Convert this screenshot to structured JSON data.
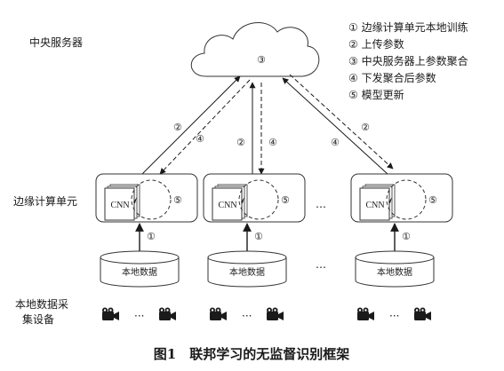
{
  "server": {
    "label": "中央服务器",
    "cloud_marker": "③"
  },
  "legend": [
    "① 边缘计算单元本地训练",
    "② 上传参数",
    "③ 中央服务器上参数聚合",
    "④ 下发聚合后参数",
    "⑤ 模型更新"
  ],
  "edge_label": "边缘计算单元",
  "device_label_line1": "本地数据采",
  "device_label_line2": "集设备",
  "units": [
    {
      "cnn": "CNN",
      "update_marker": "⑤",
      "train_marker": "①",
      "db_label": "本地数据",
      "upload_marker": "②",
      "download_marker": "④"
    },
    {
      "cnn": "CNN",
      "update_marker": "⑤",
      "train_marker": "①",
      "db_label": "本地数据",
      "upload_marker": "②",
      "download_marker": "④"
    },
    {
      "cnn": "CNN",
      "update_marker": "⑤",
      "train_marker": "①",
      "db_label": "本地数据",
      "upload_marker": "②",
      "download_marker": "④"
    }
  ],
  "ellipsis": "…",
  "camera_ellipsis": "···",
  "caption": "图1　联邦学习的无监督识别框架"
}
